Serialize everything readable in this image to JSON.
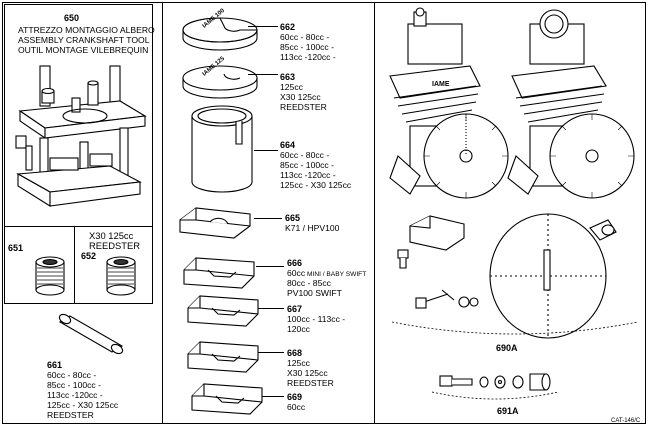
{
  "parts": {
    "p650": {
      "num": "650",
      "lines": [
        "ATTREZZO MONTAGGIO ALBERO",
        "ASSEMBLY CRANKSHAFT TOOL",
        "OUTIL MONTAGE VILEBREQUIN"
      ]
    },
    "p651": {
      "num": "651"
    },
    "p652": {
      "num": "652",
      "lines": [
        "X30 125cc",
        "REEDSTER"
      ]
    },
    "p661": {
      "num": "661",
      "lines": [
        "60cc - 80cc -",
        "85cc - 100cc -",
        "113cc -120cc -",
        "125cc - X30 125cc",
        "REEDSTER"
      ]
    },
    "p662": {
      "num": "662",
      "lines": [
        "60cc - 80cc -",
        "85cc - 100cc -",
        "113cc -120cc -"
      ],
      "engraving": "IAME 100"
    },
    "p663": {
      "num": "663",
      "lines": [
        "125cc",
        "X30 125cc",
        "REEDSTER"
      ],
      "engraving": "IAME 125"
    },
    "p664": {
      "num": "664",
      "lines": [
        "60cc - 80cc -",
        "85cc - 100cc -",
        "113cc -120cc -",
        "125cc - X30 125cc"
      ]
    },
    "p665": {
      "num": "665",
      "lines": [
        "K71 / HPV100"
      ]
    },
    "p666": {
      "num": "666",
      "line1": "60cc",
      "line1_small": " MINI / BABY SWIFT",
      "lines": [
        "80cc - 85cc",
        "PV100 SWIFT"
      ]
    },
    "p667": {
      "num": "667",
      "lines": [
        "100cc - 113cc -",
        "120cc"
      ]
    },
    "p668": {
      "num": "668",
      "lines": [
        "125cc",
        "X30 125cc",
        "REEDSTER"
      ]
    },
    "p669": {
      "num": "669",
      "lines": [
        "60cc"
      ]
    },
    "p690A": {
      "num": "690A"
    },
    "p691A": {
      "num": "691A"
    }
  },
  "engine_label": "IAME",
  "catalog_code": "CAT-146/C"
}
